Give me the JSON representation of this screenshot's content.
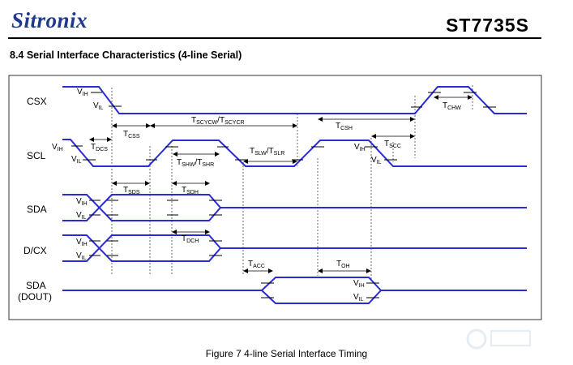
{
  "header": {
    "brand": "Sitronix",
    "part_number": "ST7735S"
  },
  "section_title": "8.4 Serial Interface Characteristics (4-line Serial)",
  "caption": "Figure 7 4-line Serial Interface Timing",
  "signals": {
    "csx": "CSX",
    "scl": "SCL",
    "sda": "SDA",
    "dcx": "D/CX",
    "sda_dout_1": "SDA",
    "sda_dout_2": "(DOUT)"
  },
  "levels": {
    "high": "V",
    "high_sub": "IH",
    "low": "V",
    "low_sub": "IL"
  },
  "timing": {
    "tcss": {
      "main": "T",
      "sub": "CSS"
    },
    "tscyc": {
      "main": "T",
      "sub": "SCYCW",
      "sep": "/T",
      "sub2": "SCYCR"
    },
    "tcsh": {
      "main": "T",
      "sub": "CSH"
    },
    "tchw": {
      "main": "T",
      "sub": "CHW"
    },
    "tdcs": {
      "main": "T",
      "sub": "DCS"
    },
    "tslw": {
      "main": "T",
      "sub": "SLW",
      "sep": "/T",
      "sub2": "SLR"
    },
    "tscc": {
      "main": "T",
      "sub": "SCC"
    },
    "tshw": {
      "main": "T",
      "sub": "SHW",
      "sep": "/T",
      "sub2": "SHR"
    },
    "tsds": {
      "main": "T",
      "sub": "SDS"
    },
    "tsdh": {
      "main": "T",
      "sub": "SDH"
    },
    "tdch": {
      "main": "T",
      "sub": "DCH"
    },
    "tacc": {
      "main": "T",
      "sub": "ACC"
    },
    "toh": {
      "main": "T",
      "sub": "OH"
    }
  },
  "colors": {
    "wave": "#2a2ad6",
    "frame": "#333333"
  }
}
